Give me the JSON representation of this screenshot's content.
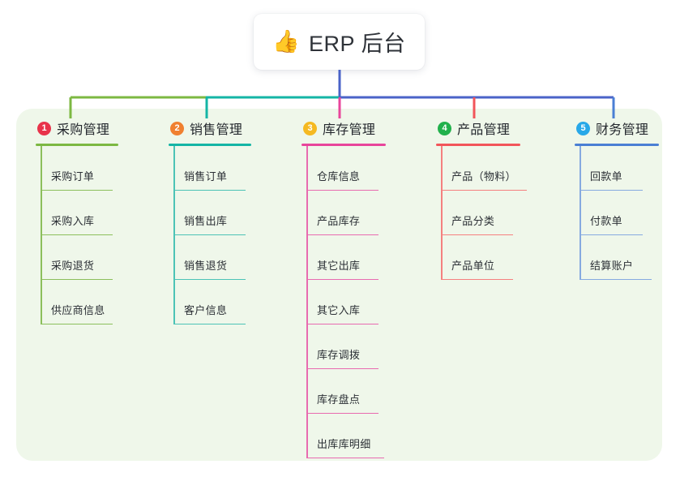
{
  "diagram": {
    "type": "mind-map",
    "root": {
      "icon": "thumbs-up-icon",
      "icon_glyph": "👍",
      "label": "ERP 后台"
    },
    "panel_color": "#eff7ea",
    "bus_segments": [
      {
        "name": "green-segment",
        "color": "#7cb842"
      },
      {
        "name": "teal-segment",
        "color": "#14b5a5"
      },
      {
        "name": "blue-segment",
        "color": "#4a63c8"
      }
    ],
    "branches": [
      {
        "number": "1",
        "title": "采购管理",
        "badge_color": "#e8334a",
        "line_color": "#7cb842",
        "items": [
          "采购订单",
          "采购入库",
          "采购退货",
          "供应商信息"
        ]
      },
      {
        "number": "2",
        "title": "销售管理",
        "badge_color": "#f08030",
        "line_color": "#14b5a5",
        "items": [
          "销售订单",
          "销售出库",
          "销售退货",
          "客户信息"
        ]
      },
      {
        "number": "3",
        "title": "库存管理",
        "badge_color": "#f5b921",
        "line_color": "#e8459b",
        "items": [
          "仓库信息",
          "产品库存",
          "其它出库",
          "其它入库",
          "库存调拨",
          "库存盘点",
          "出库库明细"
        ]
      },
      {
        "number": "4",
        "title": "产品管理",
        "badge_color": "#22b14c",
        "line_color": "#f2555a",
        "items": [
          "产品（物料）",
          "产品分类",
          "产品单位"
        ]
      },
      {
        "number": "5",
        "title": "财务管理",
        "badge_color": "#28a8e8",
        "line_color": "#4a7fd4",
        "items": [
          "回款单",
          "付款单",
          "结算账户"
        ]
      }
    ]
  }
}
